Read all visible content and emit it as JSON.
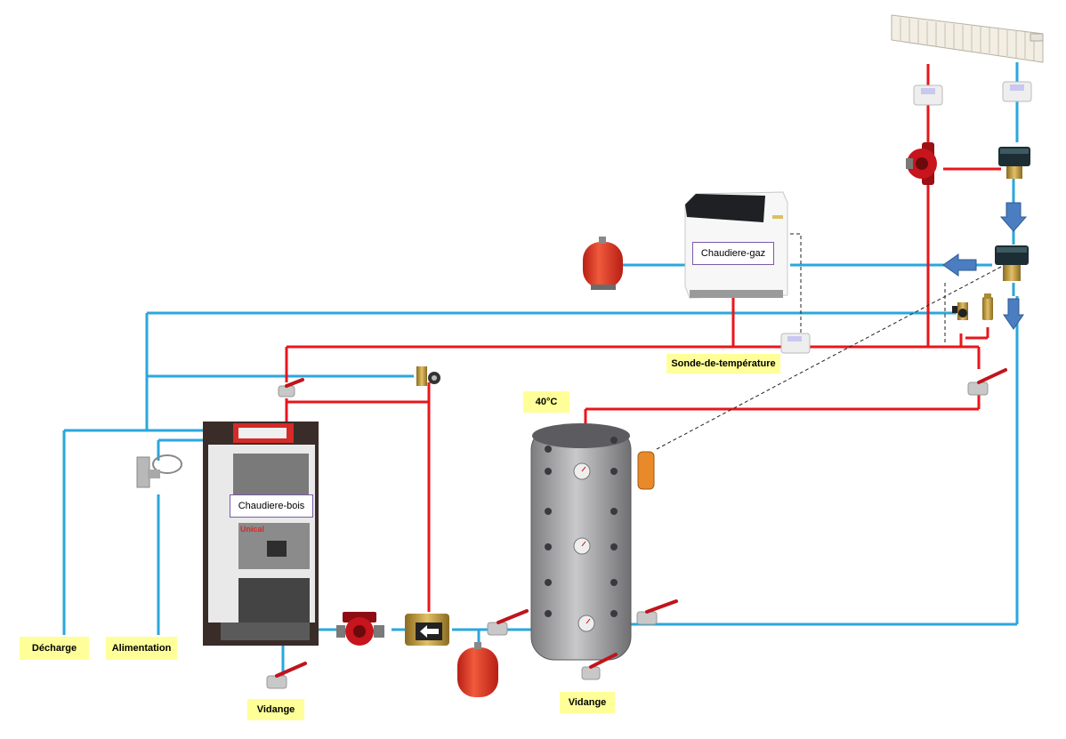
{
  "labels": {
    "gas_boiler": "Chaudiere-gaz",
    "wood_boiler": "Chaudiere-bois",
    "wood_brand": "Unical",
    "temp_sensor": "Sonde-de-température",
    "tank_temp": "40°C",
    "drain_boiler": "Vidange",
    "drain_tank": "Vidange",
    "discharge": "Décharge",
    "supply": "Alimentation"
  },
  "colors": {
    "hot_pipe": "#e8161b",
    "cold_pipe": "#2aa7dc",
    "label_bg": "#ffff99",
    "arrow": "#4a7ec0",
    "expansion_vessel": "#e8362a",
    "pump": "#c8141c",
    "valve_handle": "#c0141c",
    "tank": "#a9a9ab"
  },
  "icons": [
    "radiator-icon",
    "thermostatic-valve-icon",
    "circulator-pump-icon",
    "motorized-valve-icon",
    "expansion-vessel-icon",
    "ball-valve-icon",
    "safety-valve-icon",
    "air-vent-icon",
    "thermometer-icon",
    "three-way-valve-icon",
    "flow-arrow-icon",
    "temperature-sensor-icon"
  ]
}
